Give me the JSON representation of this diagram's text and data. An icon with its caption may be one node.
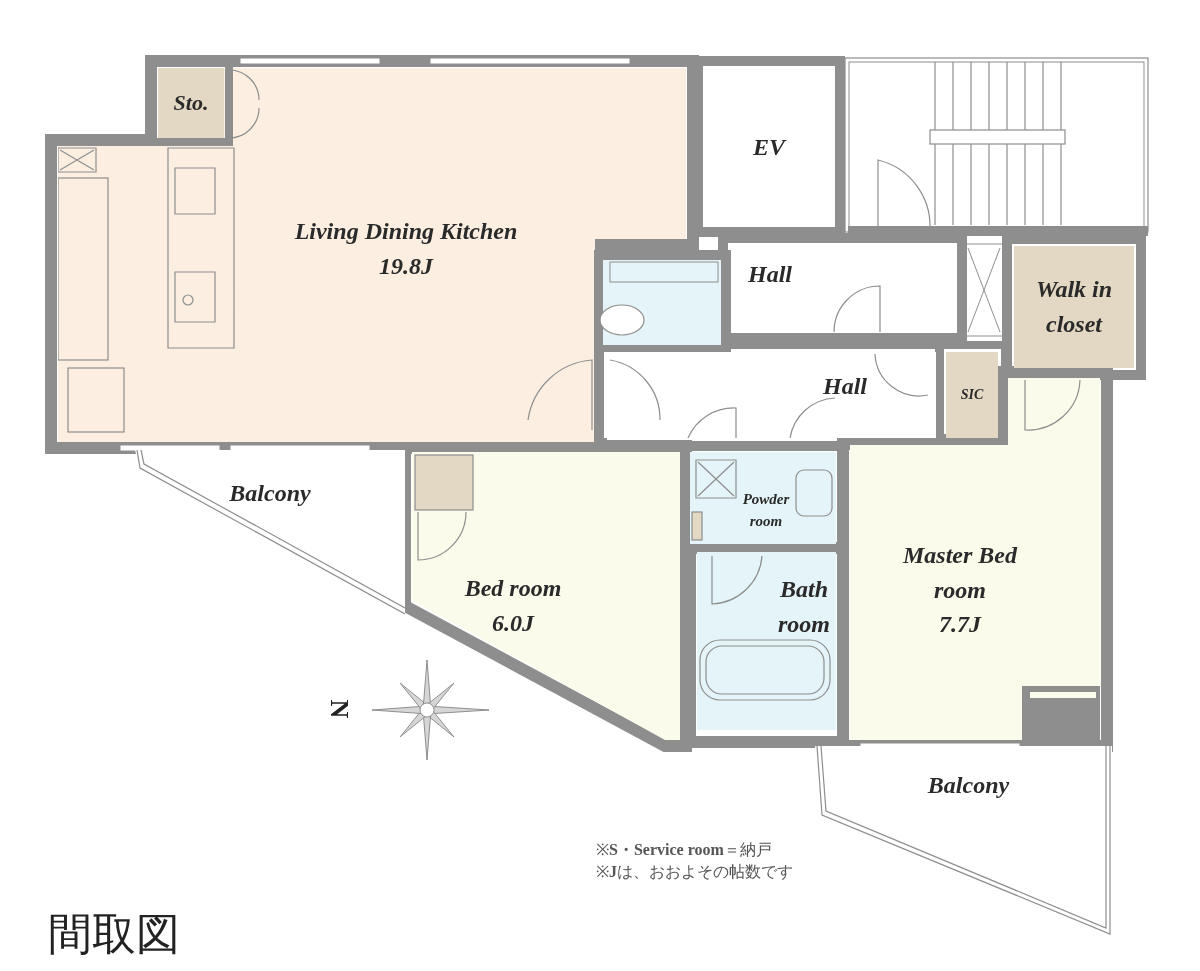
{
  "diagram": {
    "title": "間取図",
    "nodes": [
      {
        "text": [
          "Sto."
        ]
      },
      {
        "text": [
          "Living Dining Kitchen",
          "19.8J"
        ]
      },
      {
        "text": [
          "EV"
        ]
      },
      {
        "text": [
          "Hall"
        ]
      },
      {
        "text": [
          "Walk in closet"
        ]
      },
      {
        "text": [
          "Hall"
        ]
      },
      {
        "text": [
          "SIC"
        ]
      },
      {
        "text": [
          "Balcony"
        ]
      },
      {
        "text": [
          "Bed room",
          "6.0J"
        ]
      },
      {
        "text": [
          "Powder room"
        ]
      },
      {
        "text": [
          "Bath room"
        ]
      },
      {
        "text": [
          "Master Bed room",
          "7.7J"
        ]
      },
      {
        "text": [
          "Balcony"
        ]
      }
    ],
    "edges": [],
    "labels": [
      "N",
      "※**S・Service room**＝納戸",
      "※**J**は、おおよその帖数です"
    ]
  }
}
